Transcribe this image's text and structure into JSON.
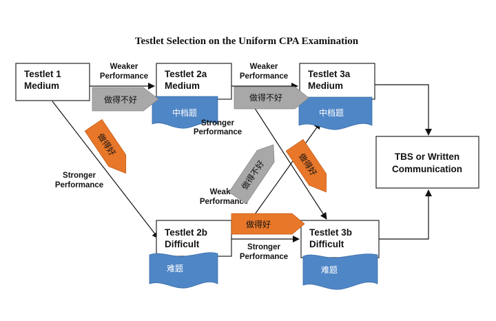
{
  "title": "Testlet Selection on the Uniform CPA Examination",
  "nodes": {
    "t1": {
      "line1": "Testlet 1",
      "line2": "Medium"
    },
    "t2a": {
      "line1": "Testlet 2a",
      "line2": "Medium"
    },
    "t3a": {
      "line1": "Testlet 3a",
      "line2": "Medium"
    },
    "t2b": {
      "line1": "Testlet 2b",
      "line2": "Difficult"
    },
    "t3b": {
      "line1": "Testlet 3b",
      "line2": "Difficult"
    },
    "tbs": {
      "line1": "TBS or Written",
      "line2": "Communication"
    }
  },
  "edges": {
    "weaker_1_2a": {
      "line1": "Weaker",
      "line2": "Performance"
    },
    "weaker_2a_3a": {
      "line1": "Weaker",
      "line2": "Performance"
    },
    "stronger_1_2b": {
      "line1": "Stronger",
      "line2": "Performance"
    },
    "stronger_2a_3b": {
      "line1": "Stronger",
      "line2": "Performance"
    },
    "weaker_2b_3a": {
      "line1": "Weaker",
      "line2": "Performance"
    },
    "stronger_2b_3b": {
      "line1": "Stronger",
      "line2": "Performance"
    }
  },
  "annotations": {
    "poor_1": "做得不好",
    "poor_2": "做得不好",
    "poor_3": "做得不好",
    "good_1": "做得好",
    "good_2": "做得好",
    "good_3": "做得好",
    "medium_1": "中档题",
    "medium_2": "中档题",
    "difficult_1": "难题",
    "difficult_2": "难题"
  },
  "colors": {
    "wave_blue": "#4f86c6",
    "grey_arrow": "#a8a8a8",
    "orange_arrow": "#e8772a"
  }
}
